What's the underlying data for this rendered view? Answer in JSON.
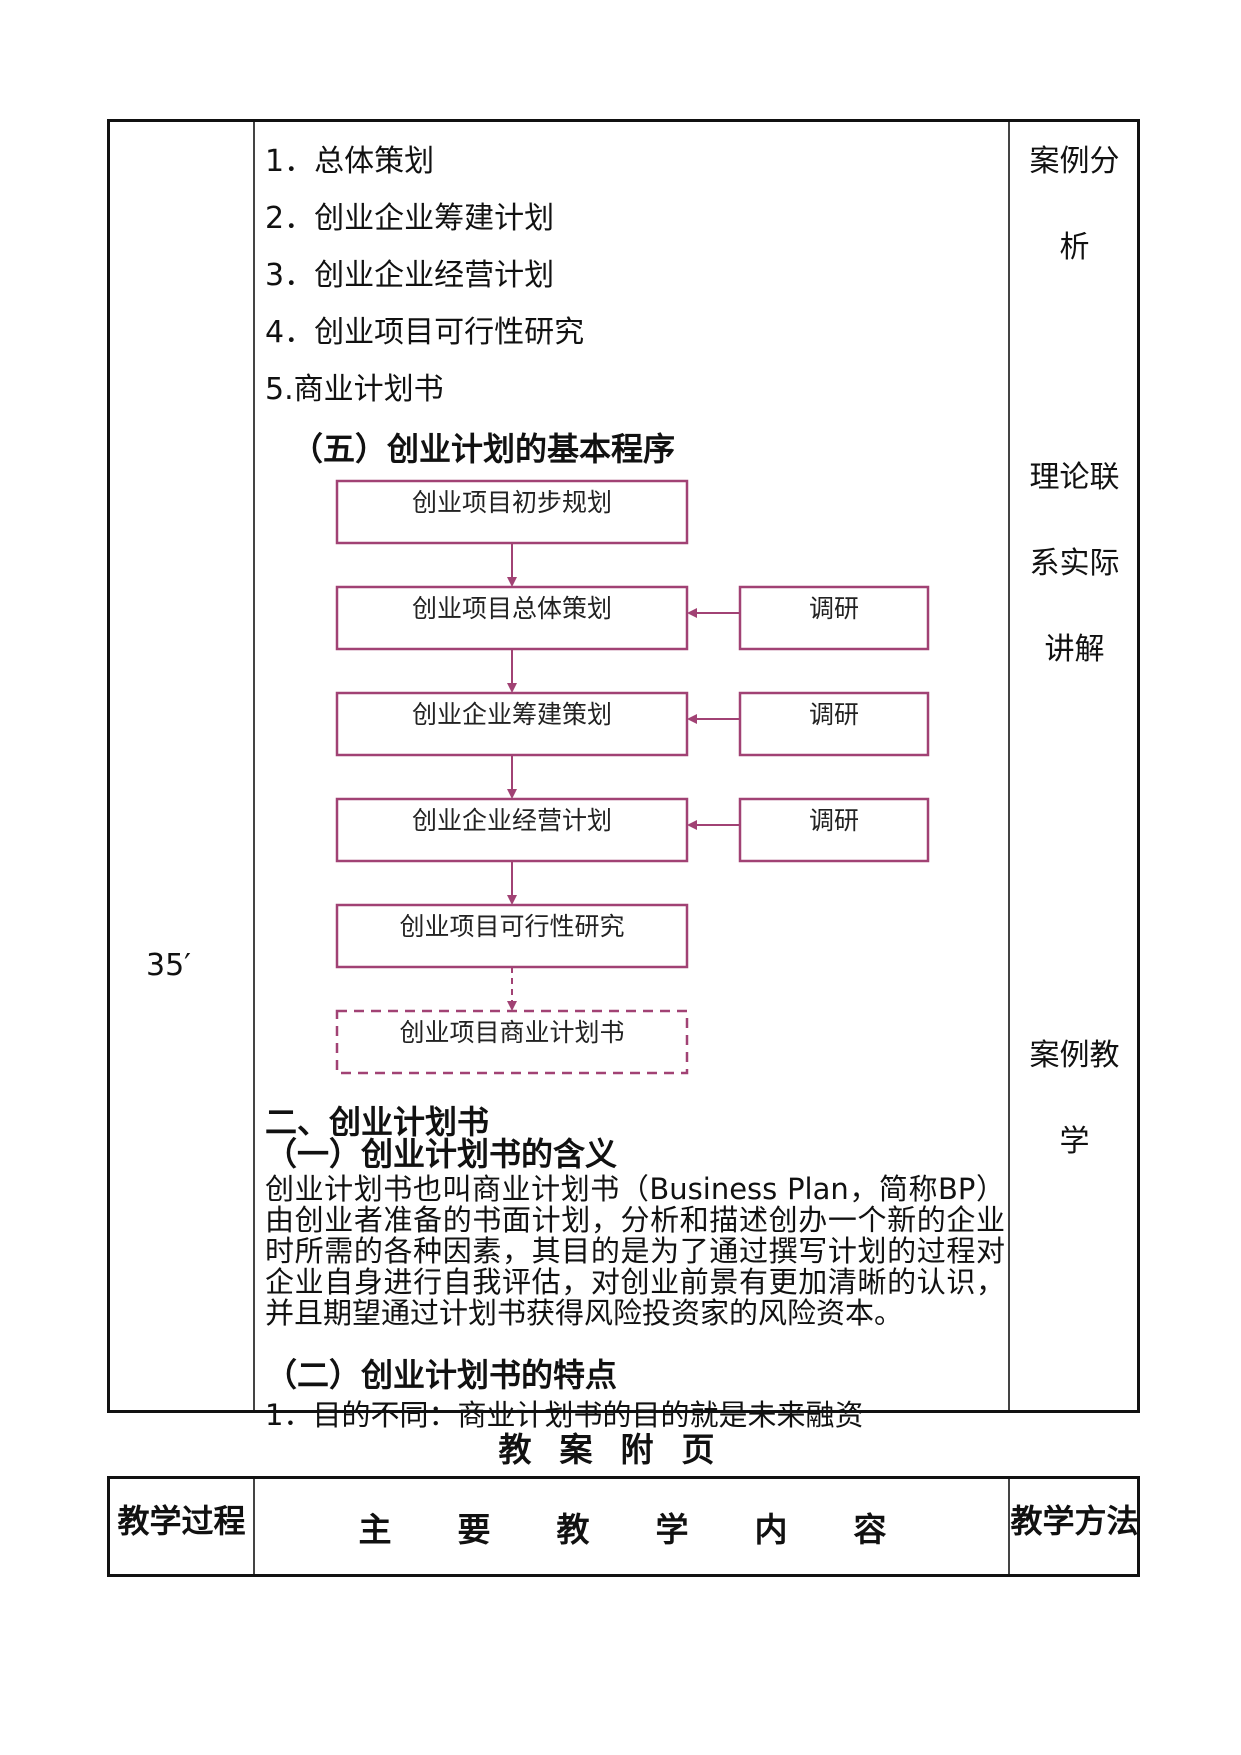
{
  "time_cell": "35′",
  "list": [
    "1．总体策划",
    "2．创业企业筹建计划",
    "3．创业企业经营计划",
    "4．创业项目可行性研究",
    "5.商业计划书"
  ],
  "heading_five": "（五）创业计划的基本程序",
  "flowchart": {
    "steps": [
      "创业项目初步规划",
      "创业项目总体策划",
      "创业企业筹建策划",
      "创业企业经营计划",
      "创业项目可行性研究",
      "创业项目商业计划书"
    ],
    "research_label": "调研"
  },
  "section_two": "二、创业计划书",
  "sub_one": "（一）创业计划书的含义",
  "paragraph": "创业计划书也叫商业计划书（Business Plan，简称BP）由创业者准备的书面计划，分析和描述创办一个新的企业时所需的各种因素，其目的是为了通过撰写计划的过程对企业自身进行自我评估，对创业前景有更加清晰的认识，并且期望通过计划书获得风险投资家的风险资本。",
  "sub_two": "（二）创业计划书的特点",
  "cut_line": "1．目的不同：商业计划书的目的就是未来融资",
  "methods": [
    "案例分",
    "析",
    "理论联",
    "系实际",
    "讲解",
    "案例教",
    "学"
  ],
  "caption": "教案附页",
  "header": {
    "col1": "教学过程",
    "col2": "主要教学内容",
    "col3": "教学方法"
  }
}
